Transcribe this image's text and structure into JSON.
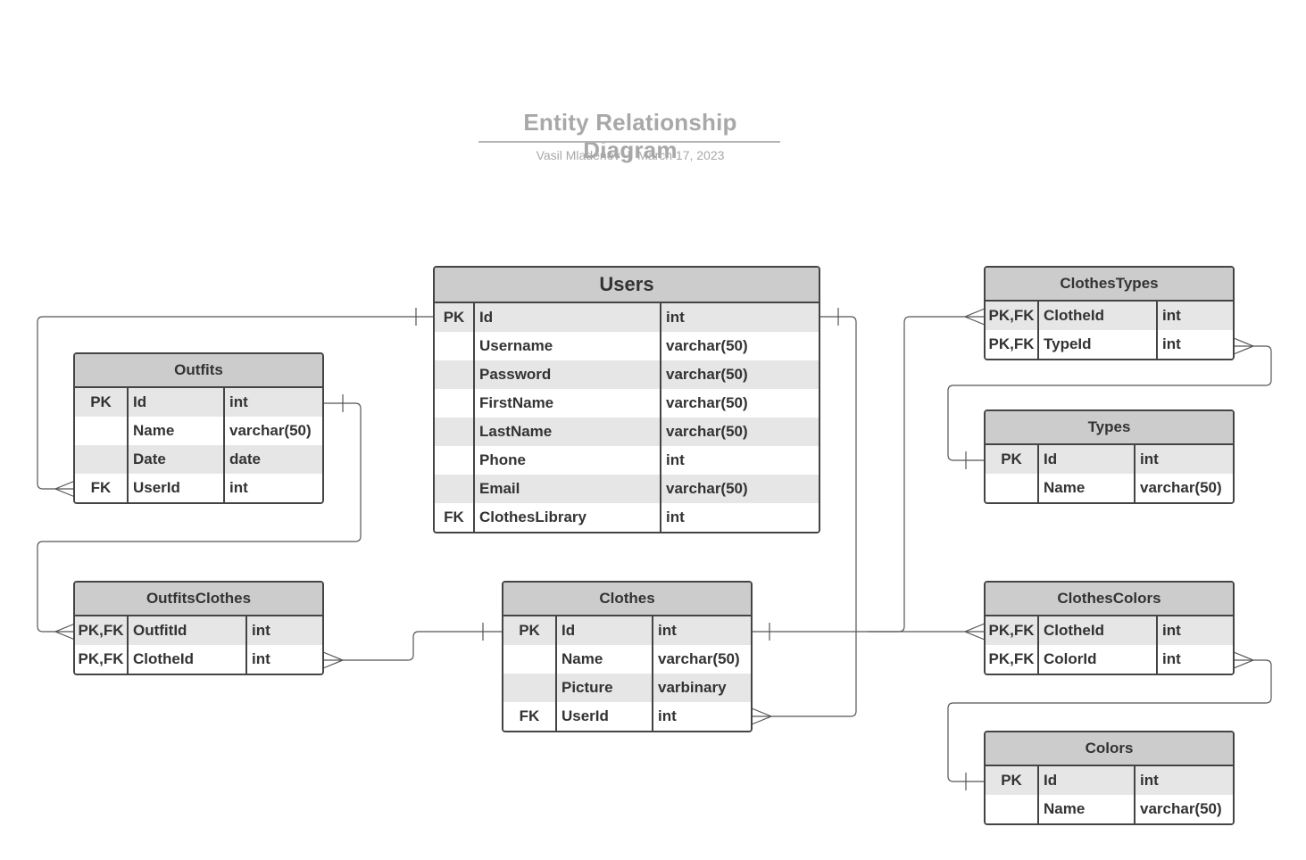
{
  "header": {
    "title": "Entity Relationship Diagram",
    "author": "Vasil Mladenov",
    "separator": "|",
    "date": "March 17, 2023"
  },
  "colors": {
    "border": "#444444",
    "header_fill": "#cccccc",
    "stripe": "#e6e6e6",
    "title_text": "#a8a8a8",
    "connector": "#555555"
  },
  "entities": {
    "users": {
      "name": "Users",
      "rows": [
        {
          "key": "PK",
          "field": "Id",
          "type": "int"
        },
        {
          "key": "",
          "field": "Username",
          "type": "varchar(50)"
        },
        {
          "key": "",
          "field": "Password",
          "type": "varchar(50)"
        },
        {
          "key": "",
          "field": "FirstName",
          "type": "varchar(50)"
        },
        {
          "key": "",
          "field": "LastName",
          "type": "varchar(50)"
        },
        {
          "key": "",
          "field": "Phone",
          "type": "int"
        },
        {
          "key": "",
          "field": "Email",
          "type": "varchar(50)"
        },
        {
          "key": "FK",
          "field": "ClothesLibrary",
          "type": "int"
        }
      ]
    },
    "outfits": {
      "name": "Outfits",
      "rows": [
        {
          "key": "PK",
          "field": "Id",
          "type": "int"
        },
        {
          "key": "",
          "field": "Name",
          "type": "varchar(50)"
        },
        {
          "key": "",
          "field": "Date",
          "type": "date"
        },
        {
          "key": "FK",
          "field": "UserId",
          "type": "int"
        }
      ]
    },
    "outfitsclothes": {
      "name": "OutfitsClothes",
      "rows": [
        {
          "key": "PK,FK",
          "field": "OutfitId",
          "type": "int"
        },
        {
          "key": "PK,FK",
          "field": "ClotheId",
          "type": "int"
        }
      ]
    },
    "clothes": {
      "name": "Clothes",
      "rows": [
        {
          "key": "PK",
          "field": "Id",
          "type": "int"
        },
        {
          "key": "",
          "field": "Name",
          "type": "varchar(50)"
        },
        {
          "key": "",
          "field": "Picture",
          "type": "varbinary"
        },
        {
          "key": "FK",
          "field": "UserId",
          "type": "int"
        }
      ]
    },
    "clothestypes": {
      "name": "ClothesTypes",
      "rows": [
        {
          "key": "PK,FK",
          "field": "ClotheId",
          "type": "int"
        },
        {
          "key": "PK,FK",
          "field": "TypeId",
          "type": "int"
        }
      ]
    },
    "types": {
      "name": "Types",
      "rows": [
        {
          "key": "PK",
          "field": "Id",
          "type": "int"
        },
        {
          "key": "",
          "field": "Name",
          "type": "varchar(50)"
        }
      ]
    },
    "clothescolors": {
      "name": "ClothesColors",
      "rows": [
        {
          "key": "PK,FK",
          "field": "ClotheId",
          "type": "int"
        },
        {
          "key": "PK,FK",
          "field": "ColorId",
          "type": "int"
        }
      ]
    },
    "colors": {
      "name": "Colors",
      "rows": [
        {
          "key": "PK",
          "field": "Id",
          "type": "int"
        },
        {
          "key": "",
          "field": "Name",
          "type": "varchar(50)"
        }
      ]
    }
  }
}
